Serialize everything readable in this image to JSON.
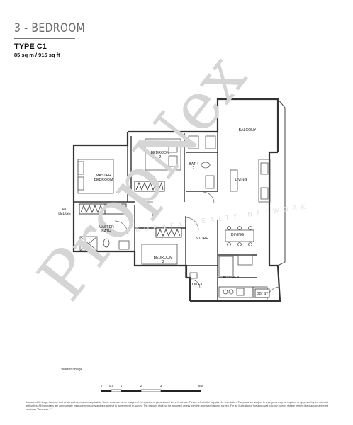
{
  "header": {
    "title": "3 - BEDROOM",
    "type": "TYPE C1",
    "area": "85 sq m / 915 sq ft"
  },
  "rooms": {
    "balcony": "BALCONY",
    "bedroom2": "BEDROOM\n2",
    "bath2": "BATH\n2",
    "living": "LIVING",
    "master_bedroom": "MASTER\nBEDROOM",
    "ac_ledge": "A/C\nLEDGE",
    "master_bath": "MASTER\nBATH",
    "store": "STORE",
    "dining": "DINING",
    "bedroom3": "BEDROOM\n3",
    "toilet": "TOILET",
    "kitchen": "KITCHEN",
    "db_st": "DB/ ST"
  },
  "watermark": {
    "main": "PropNex",
    "sub": "PROPNEX REALTY NETWORK"
  },
  "note": "*Mirror Image",
  "scale": {
    "ticks": [
      "0",
      "0.5",
      "1",
      "2",
      "3",
      "5M"
    ]
  },
  "disclaimer": "*Includes A/C ledge, balcony and strata void area where applicable. Some units are mirror images of the apartment plans shown in the brochure. Please refer to the key plan for orientation. The plans are subject to change as may be required or approved by the relevant authorities. All floor plans are approximate measurements only and are subject to government re-survey. The balcony shall not be enclosed unless with the approved balcony screen. For an illustration of the approved balcony screen, please refer to the diagram annexed hereto as \"Annexure 1\"."
}
